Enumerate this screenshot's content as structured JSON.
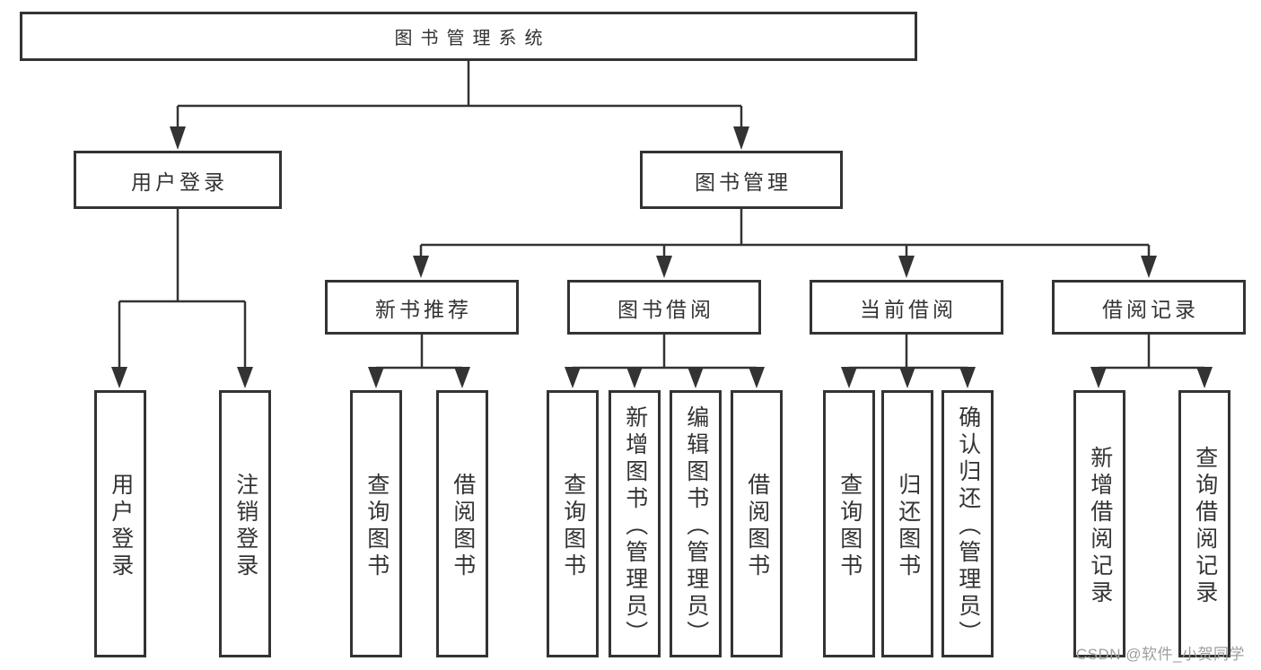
{
  "diagram_title": "图书管理系统",
  "tree": {
    "root": {
      "label": "图书管理系统"
    },
    "branches": [
      {
        "label": "用户登录",
        "children": [
          {
            "label": "用户登录"
          },
          {
            "label": "注销登录"
          }
        ]
      },
      {
        "label": "图书管理",
        "children": [
          {
            "label": "新书推荐",
            "children": [
              {
                "label": "查询图书"
              },
              {
                "label": "借阅图书"
              }
            ]
          },
          {
            "label": "图书借阅",
            "children": [
              {
                "label": "查询图书"
              },
              {
                "label": "新增图书（管理员）"
              },
              {
                "label": "编辑图书（管理员）"
              },
              {
                "label": "借阅图书"
              }
            ]
          },
          {
            "label": "当前借阅",
            "children": [
              {
                "label": "查询图书"
              },
              {
                "label": "归还图书"
              },
              {
                "label": "确认归还（管理员）"
              }
            ]
          },
          {
            "label": "借阅记录",
            "children": [
              {
                "label": "新增借阅记录"
              },
              {
                "label": "查询借阅记录"
              }
            ]
          }
        ]
      }
    ]
  },
  "watermark": "CSDN @软件_小贺同学",
  "colors": {
    "line": "#333333",
    "box_border": "#333333",
    "text": "#333333",
    "watermark": "#9e9e9e",
    "background": "#ffffff"
  }
}
